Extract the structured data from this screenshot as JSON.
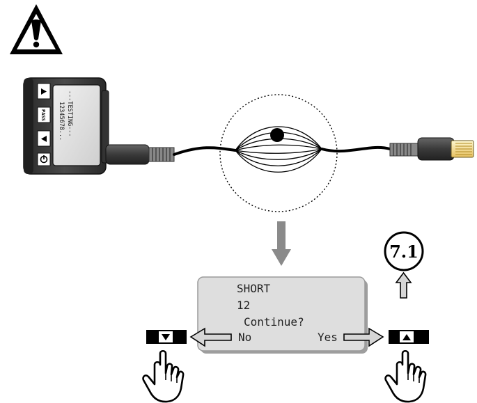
{
  "tester_display": {
    "line1": "---TESTING---",
    "line2": "12345678..."
  },
  "tester_buttons": {
    "pass_label": "PASS"
  },
  "result_screen": {
    "line1": "SHORT",
    "line2": "12",
    "prompt": "Continue?",
    "no_label": "No",
    "yes_label": "Yes"
  },
  "next_step": {
    "label": "7.1"
  },
  "icons": {
    "warning": "warning-triangle-icon",
    "hand": "pointing-hand-icon",
    "down_key": "down-triangle-key",
    "up_key": "up-triangle-key"
  }
}
